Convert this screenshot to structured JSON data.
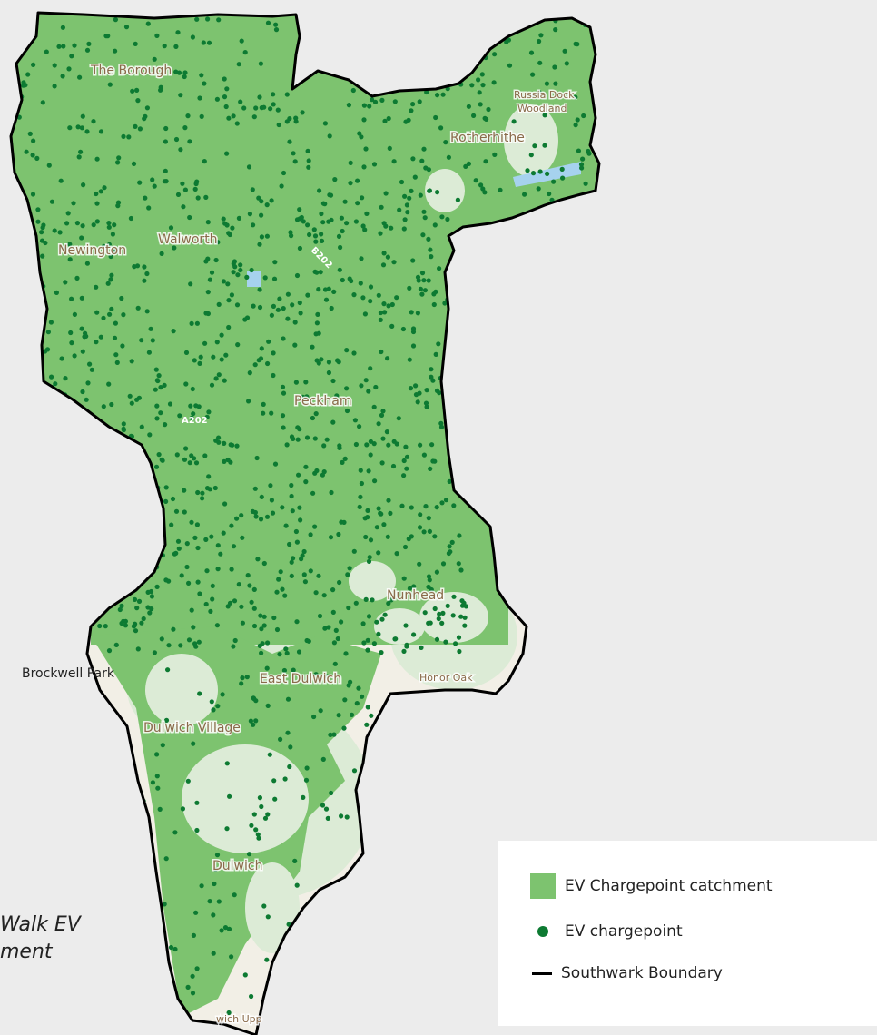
{
  "colors": {
    "background": "#ececec",
    "catchment": "#7dc36f",
    "chargepoint": "#0d7a32",
    "boundary": "#000000",
    "basemap_land": "#f2efe6",
    "basemap_park": "#dcebd6",
    "water": "#a6d2ee"
  },
  "map": {
    "place_labels": {
      "the_borough": "The Borough",
      "russia_dock_1": "Russia Dock",
      "russia_dock_2": "Woodland",
      "rotherhithe": "Rotherhithe",
      "newington": "Newington",
      "walworth": "Walworth",
      "peckham": "Peckham",
      "nunhead": "Nunhead",
      "east_dulwich": "East Dulwich",
      "honor_oak": "Honor Oak",
      "dulwich_village": "Dulwich Village",
      "dulwich": "Dulwich",
      "dulwich_upper": "wich Upp",
      "brockwell_park": "Brockwell Park"
    },
    "road_labels": {
      "a202": "A202",
      "b202": "B202"
    }
  },
  "caption": {
    "line1": "Walk EV",
    "line2": "ment"
  },
  "legend": {
    "catchment": "EV Chargepoint catchment",
    "chargepoint": "EV chargepoint",
    "boundary": "Southwark Boundary"
  }
}
